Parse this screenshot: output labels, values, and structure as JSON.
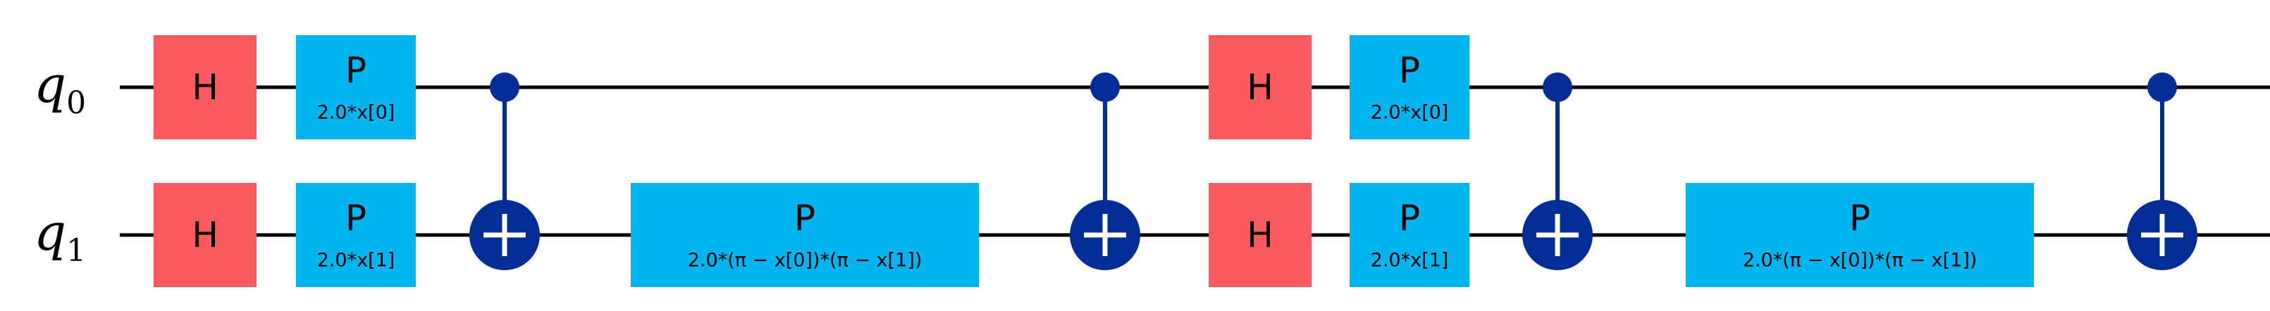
{
  "circuit": {
    "qubits": [
      {
        "name": "q",
        "index": "0"
      },
      {
        "name": "q",
        "index": "1"
      }
    ],
    "colors": {
      "h_gate": "#fa5a5f",
      "p_gate": "#00b4f0",
      "cnot": "#002e96",
      "wire": "#000000"
    },
    "gates": [
      {
        "id": "h-q0-1",
        "type": "H",
        "label": "H",
        "qubit": 0
      },
      {
        "id": "h-q1-1",
        "type": "H",
        "label": "H",
        "qubit": 1
      },
      {
        "id": "p-q0-1",
        "type": "P",
        "label": "P",
        "param": "2.0*x[0]",
        "qubit": 0
      },
      {
        "id": "p-q1-1",
        "type": "P",
        "label": "P",
        "param": "2.0*x[1]",
        "qubit": 1
      },
      {
        "id": "cx-1",
        "type": "CX",
        "control": 0,
        "target": 1
      },
      {
        "id": "p-q1-2",
        "type": "P",
        "label": "P",
        "param": "2.0*(π − x[0])*(π − x[1])",
        "qubit": 1
      },
      {
        "id": "cx-2",
        "type": "CX",
        "control": 0,
        "target": 1
      },
      {
        "id": "h-q0-2",
        "type": "H",
        "label": "H",
        "qubit": 0
      },
      {
        "id": "h-q1-2",
        "type": "H",
        "label": "H",
        "qubit": 1
      },
      {
        "id": "p-q0-3",
        "type": "P",
        "label": "P",
        "param": "2.0*x[0]",
        "qubit": 0
      },
      {
        "id": "p-q1-3",
        "type": "P",
        "label": "P",
        "param": "2.0*x[1]",
        "qubit": 1
      },
      {
        "id": "cx-3",
        "type": "CX",
        "control": 0,
        "target": 1
      },
      {
        "id": "p-q1-4",
        "type": "P",
        "label": "P",
        "param": "2.0*(π − x[0])*(π − x[1])",
        "qubit": 1
      },
      {
        "id": "cx-4",
        "type": "CX",
        "control": 0,
        "target": 1
      }
    ]
  }
}
